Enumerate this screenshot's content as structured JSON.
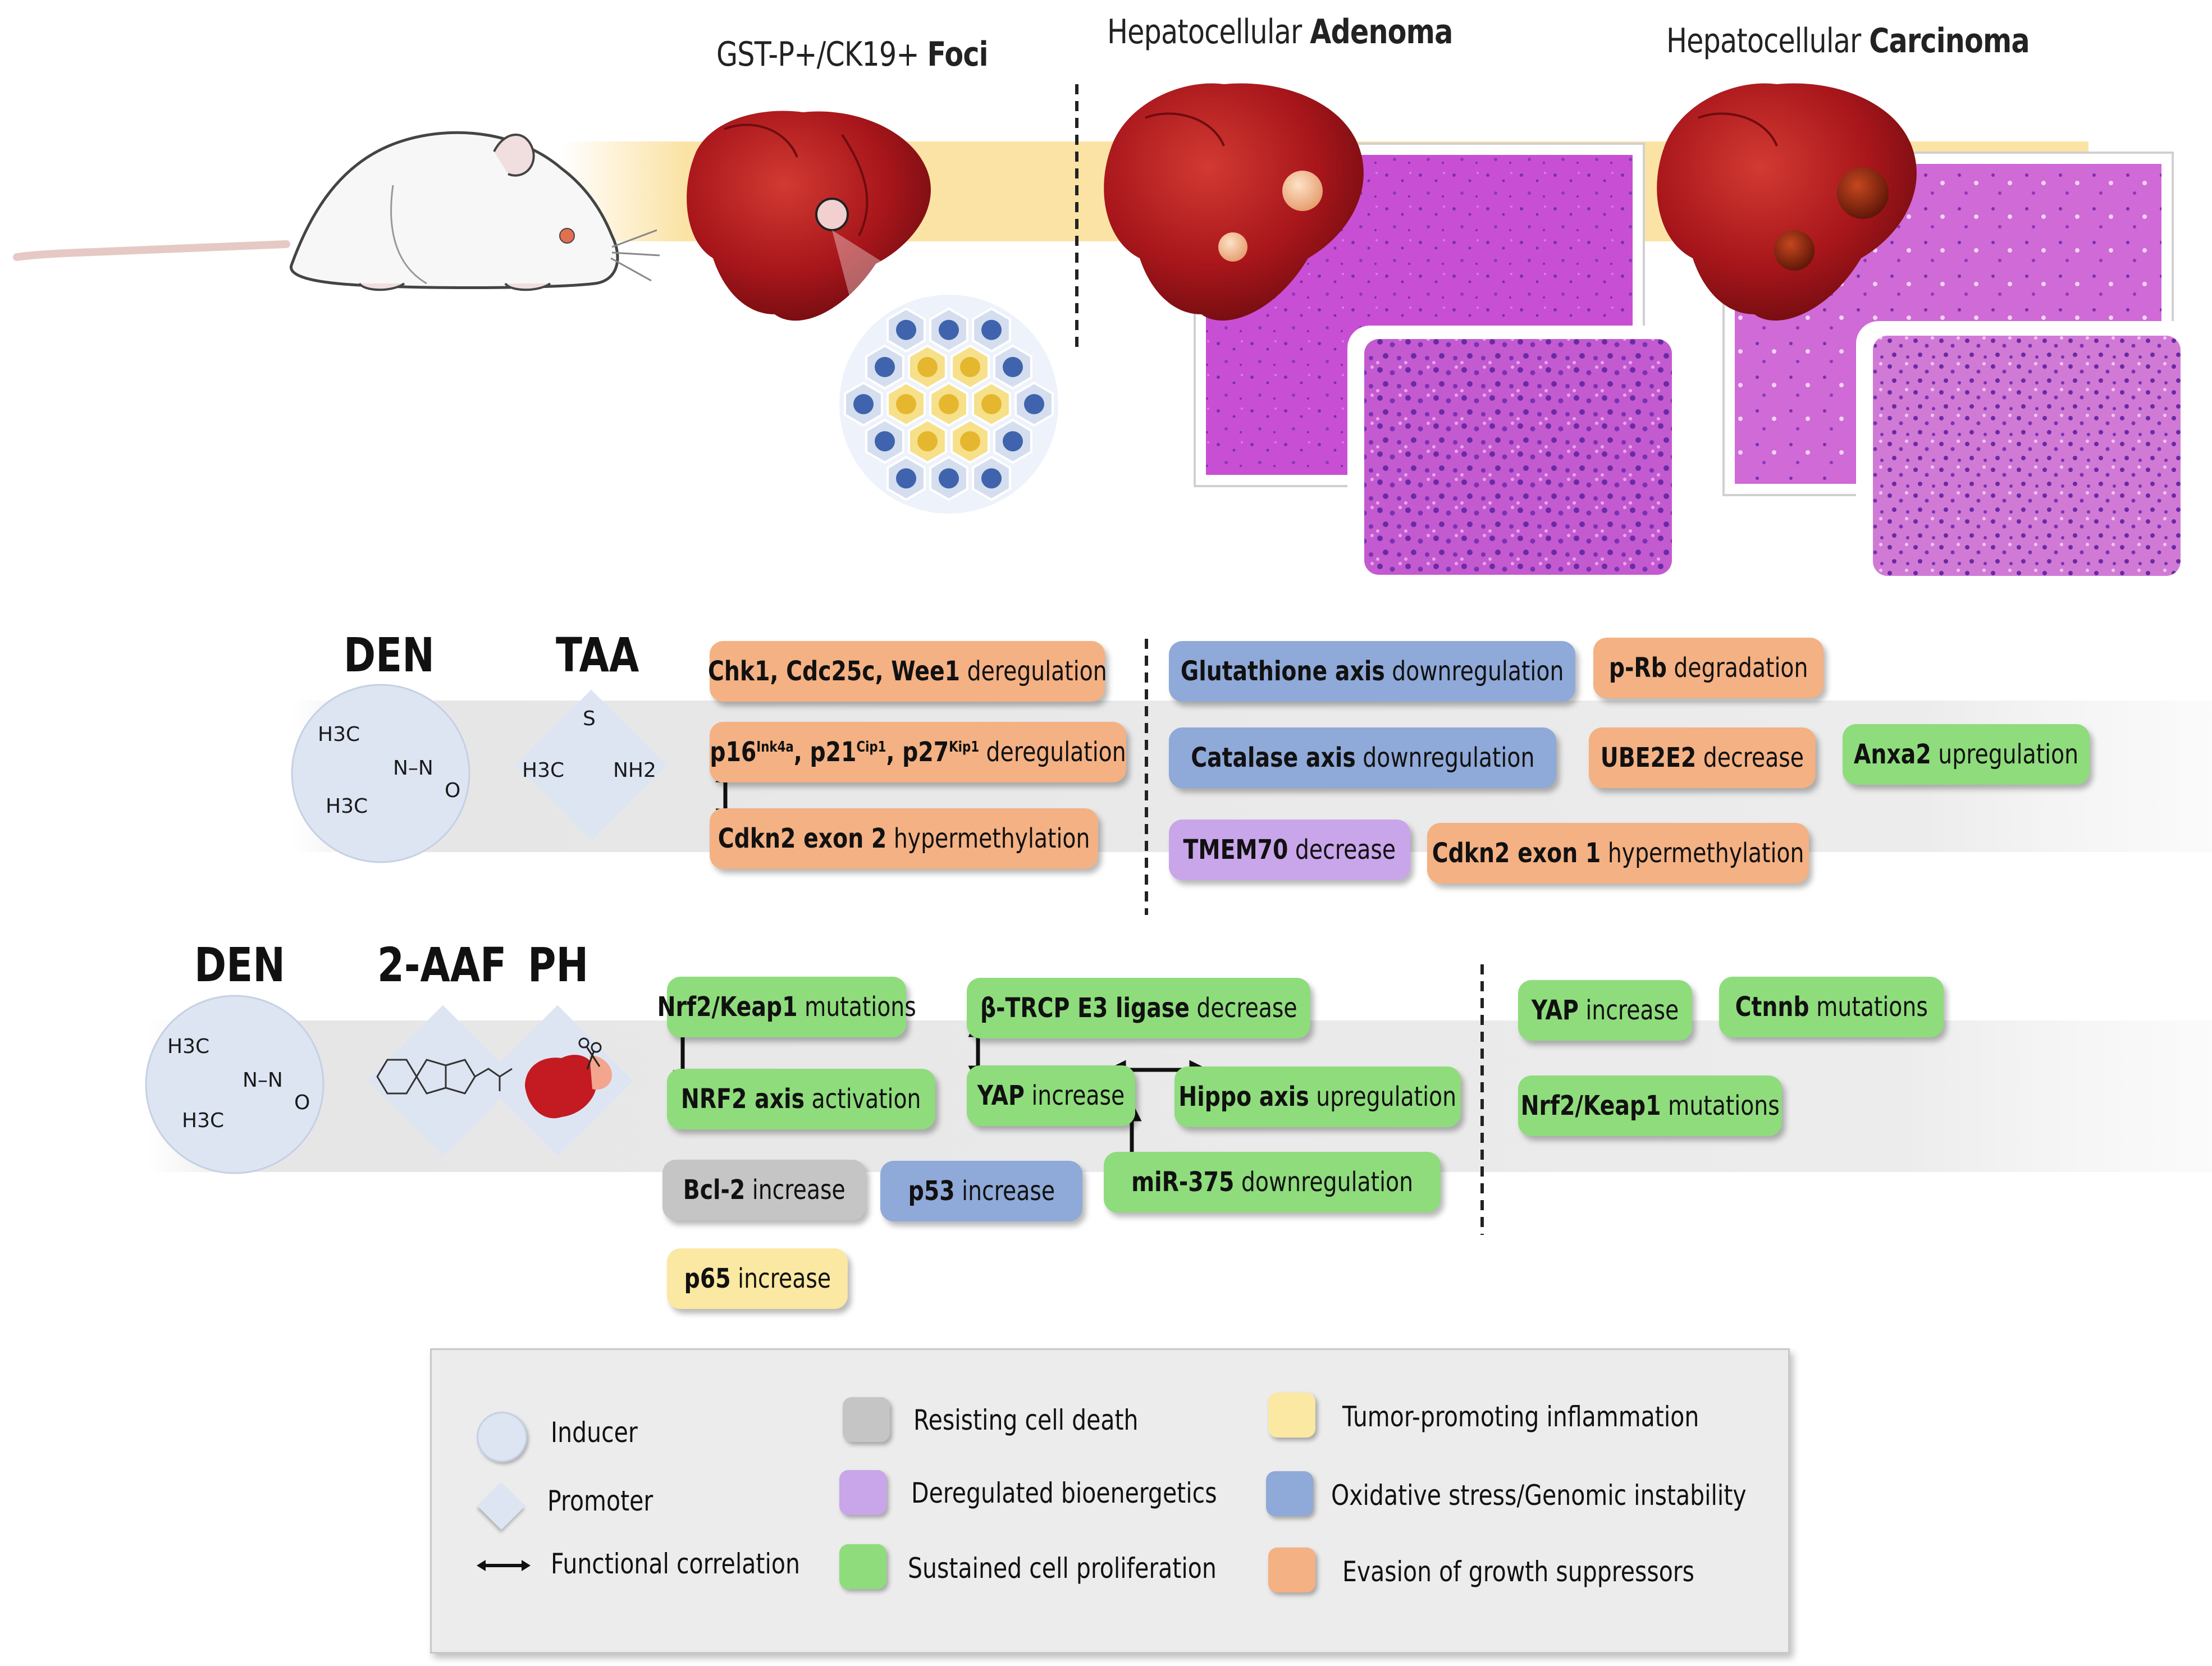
{
  "titles": {
    "foci_prefix": "GST-P+/CK19+ ",
    "foci_bold": "Foci",
    "adenoma_prefix": "Hepatocellular ",
    "adenoma_bold": "Adenoma",
    "carcinoma_prefix": "Hepatocellular ",
    "carcinoma_bold": "Carcinoma"
  },
  "model1": {
    "inducer_label": "DEN",
    "promoter_label": "TAA",
    "inducer_chem": {
      "h3c_top": "H3C",
      "n_group": "N–N",
      "o": "O",
      "h3c_bottom": "H3C"
    },
    "promoter_chem": {
      "s": "S",
      "h3c": "H3C",
      "nh2": "NH2"
    },
    "early": [
      {
        "id": "chk1",
        "bold": "Chk1, Cdc25c, Wee1",
        "rest": " deregulation",
        "color": "orange"
      },
      {
        "id": "p16",
        "p16": "p16",
        "ink": "Ink4a",
        "p21": ", p21",
        "cip": "Cip1",
        "p27": ", p27",
        "kip": "Kip1",
        "rest": " deregulation",
        "color": "orange"
      },
      {
        "id": "cdkn2-ex2",
        "bold": "Cdkn2 exon 2",
        "rest": " hypermethylation",
        "color": "orange"
      }
    ],
    "late": [
      {
        "id": "glutathione",
        "bold": "Glutathione axis",
        "rest": " downregulation",
        "color": "blue"
      },
      {
        "id": "prb",
        "bold": "p-Rb",
        "rest": " degradation",
        "color": "orange"
      },
      {
        "id": "catalase",
        "bold": "Catalase axis",
        "rest": " downregulation",
        "color": "blue"
      },
      {
        "id": "ube2e2",
        "bold": "UBE2E2",
        "rest": " decrease",
        "color": "orange"
      },
      {
        "id": "anxa2",
        "bold": "Anxa2",
        "rest": " upregulation",
        "color": "green"
      },
      {
        "id": "tmem70",
        "bold": "TMEM70",
        "rest": " decrease",
        "color": "purple"
      },
      {
        "id": "cdkn2-ex1",
        "bold": "Cdkn2 exon 1",
        "rest": " hypermethylation",
        "color": "orange"
      }
    ]
  },
  "model2": {
    "inducer_label": "DEN",
    "promoter_label": "2-AAF",
    "ph_label": "PH",
    "inducer_chem": {
      "h3c_top": "H3C",
      "n_group": "N–N",
      "o": "O",
      "h3c_bottom": "H3C"
    },
    "early": [
      {
        "id": "nrf2-keap1",
        "bold": "Nrf2/Keap1",
        "rest": " mutations",
        "color": "green"
      },
      {
        "id": "btrcp",
        "bold": "β-TRCP E3 ligase",
        "rest": " decrease",
        "color": "green"
      },
      {
        "id": "nrf2-axis",
        "bold": "NRF2 axis",
        "rest": " activation",
        "color": "green"
      },
      {
        "id": "yap-early",
        "bold": "YAP",
        "rest": " increase",
        "color": "green"
      },
      {
        "id": "hippo",
        "bold": "Hippo axis",
        "rest": " upregulation",
        "color": "green"
      },
      {
        "id": "bcl2",
        "bold": "Bcl-2",
        "rest": " increase",
        "color": "gray"
      },
      {
        "id": "p53",
        "bold": "p53",
        "rest": " increase",
        "color": "blue"
      },
      {
        "id": "mir375",
        "bold": "miR-375",
        "rest": " downregulation",
        "color": "green"
      },
      {
        "id": "p65",
        "bold": "p65",
        "rest": " increase",
        "color": "yellow"
      }
    ],
    "late": [
      {
        "id": "yap-late",
        "bold": "YAP",
        "rest": " increase",
        "color": "green"
      },
      {
        "id": "ctnnb",
        "bold": "Ctnnb",
        "rest": " mutations",
        "color": "green"
      },
      {
        "id": "nrf2-keap1-late",
        "bold": "Nrf2/Keap1",
        "rest": " mutations",
        "color": "green"
      }
    ]
  },
  "legend": {
    "inducer": "Inducer",
    "promoter": "Promoter",
    "functional": "Functional correlation",
    "resisting": "Resisting cell death",
    "bioenergetics": "Deregulated bioenergetics",
    "proliferation": "Sustained cell proliferation",
    "inflammation": "Tumor-promoting inflammation",
    "oxidative": "Oxidative stress/Genomic instability",
    "evasion": "Evasion of growth suppressors"
  },
  "colors": {
    "orange": "#f4b183",
    "blue": "#8fa9d8",
    "green": "#8fdc7c",
    "purple": "#c9a5ea",
    "gray": "#c5c5c5",
    "yellow": "#fbe8a2",
    "liver": "#a6161b",
    "inducer_circle": "#dde5f3",
    "band": "#fbe3a6"
  }
}
